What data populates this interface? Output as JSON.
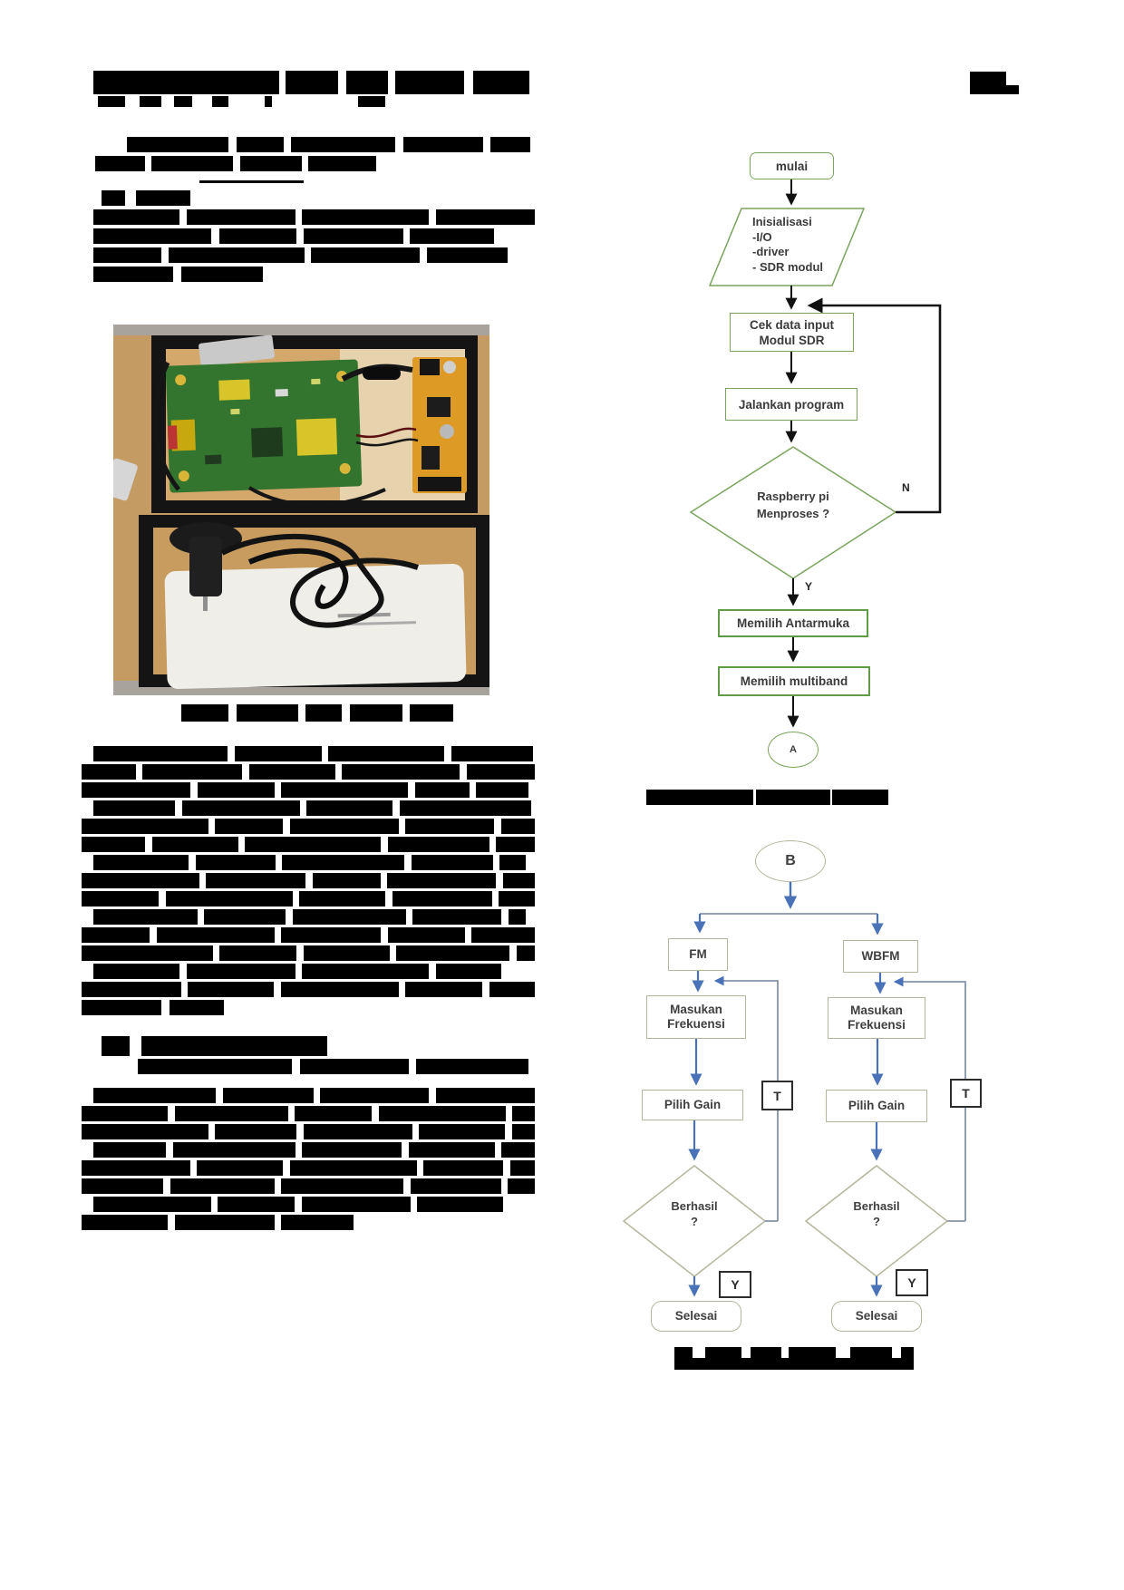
{
  "document": {
    "page_bg": "#ffffff",
    "redaction_color": "#000000",
    "note": "two-column scanned paper page; all body text redacted with black bars"
  },
  "flowchart1": {
    "colors": {
      "border": "#7aa45e",
      "border_strong": "#5f9c45",
      "arrow": "#111111",
      "text": "#3b3b3b"
    },
    "nodes": {
      "start": "mulai",
      "init_line1": "Inisialisasi",
      "init_line2": "-I/O",
      "init_line3": "-driver",
      "init_line4": "- SDR modul",
      "check_line1": "Cek data input",
      "check_line2": "Modul SDR",
      "run": "Jalankan program",
      "decision_line1": "Raspberry pi",
      "decision_line2": "Menproses ?",
      "yes": "Y",
      "no": "N",
      "select_interface": "Memilih Antarmuka",
      "select_multiband": "Memilih multiband",
      "connector": "A"
    }
  },
  "flowchart2": {
    "colors": {
      "border": "#b6b59d",
      "arrow": "#4a72b8",
      "line": "#8494a9",
      "label_border": "#2c2c2c",
      "text": "#3f3f3f"
    },
    "nodes": {
      "connector": "B",
      "fm": "FM",
      "wbfm": "WBFM",
      "freq_line1": "Masukan",
      "freq_line2": "Frekuensi",
      "gain": "Pilih Gain",
      "decision_line1": "Berhasil",
      "decision_line2": "?",
      "loop": "T",
      "yes": "Y",
      "end": "Selesai"
    }
  },
  "figure": {
    "colors": {
      "box": "#141414",
      "wood": "#c49b63",
      "floor": "#d4a86b",
      "pcb_green": "#33742f",
      "tape_yellow": "#d7c52a",
      "pcb_orange": "#dd9a25",
      "powerbank": "#efeee9",
      "cable": "#151515",
      "rim_gray": "#a8a49d"
    }
  },
  "redacted": {
    "header_title": {
      "h": 26,
      "lines": [
        {
          "segs": [
            205,
            7,
            58,
            9,
            46,
            8,
            76,
            10,
            62
          ]
        }
      ]
    },
    "header_sub": {
      "h": 12,
      "lines": [
        {
          "segs": [
            30,
            16,
            24,
            14,
            20,
            22,
            18,
            40,
            8,
            95,
            30,
            40
          ]
        }
      ]
    },
    "page_number": {
      "lines": [
        {
          "h": 15,
          "segs": [
            40
          ]
        },
        {
          "h": 10,
          "mt": 0,
          "segs": [
            54
          ]
        }
      ]
    },
    "para_a": {
      "h": 17,
      "gap": 3,
      "lines": [
        {
          "indent": 37,
          "segs": [
            112,
            9,
            52,
            8,
            115,
            9,
            88,
            8,
            44
          ]
        },
        {
          "mt": 4,
          "indent": 2,
          "segs": [
            55,
            7,
            90,
            8,
            68,
            7,
            75
          ]
        },
        {
          "mt": 10,
          "h": 3,
          "indent": 117,
          "segs": [
            115
          ]
        },
        {
          "mt": 8,
          "indent": 9,
          "segs": [
            26,
            12,
            60
          ]
        },
        {
          "mt": 4,
          "segs": [
            95,
            8,
            120,
            7,
            140,
            8,
            109
          ]
        },
        {
          "mt": 4,
          "segs": [
            130,
            9,
            85,
            8,
            110,
            7,
            93
          ]
        },
        {
          "mt": 4,
          "segs": [
            75,
            8,
            150,
            7,
            120,
            8,
            89
          ]
        },
        {
          "mt": 4,
          "segs": [
            88,
            9,
            90
          ]
        }
      ]
    },
    "photo_caption": {
      "h": 19,
      "lines": [
        {
          "segs": [
            52,
            9,
            68,
            8,
            40,
            9,
            58,
            8,
            48
          ]
        }
      ]
    },
    "para_b": {
      "h": 17,
      "gap": 3,
      "lines": [
        {
          "indent": 13,
          "segs": [
            148,
            8,
            96,
            7,
            128,
            8,
            90
          ]
        },
        {
          "segs": [
            60,
            7,
            110,
            8,
            95,
            7,
            130,
            8,
            75
          ]
        },
        {
          "segs": [
            120,
            8,
            85,
            7,
            140,
            8,
            60,
            7,
            58
          ]
        },
        {
          "indent": 13,
          "segs": [
            90,
            8,
            130,
            7,
            95,
            8,
            145
          ]
        },
        {
          "segs": [
            140,
            7,
            75,
            8,
            120,
            7,
            98,
            8,
            37
          ]
        },
        {
          "segs": [
            70,
            8,
            95,
            7,
            150,
            8,
            112,
            7,
            43
          ]
        },
        {
          "indent": 13,
          "segs": [
            105,
            8,
            88,
            7,
            135,
            8,
            90,
            7,
            29
          ]
        },
        {
          "segs": [
            130,
            7,
            110,
            8,
            75,
            7,
            120,
            8,
            35
          ]
        },
        {
          "segs": [
            85,
            8,
            140,
            7,
            95,
            8,
            110,
            7,
            40
          ]
        },
        {
          "indent": 13,
          "segs": [
            115,
            7,
            90,
            8,
            125,
            7,
            98,
            8,
            19
          ]
        },
        {
          "segs": [
            75,
            8,
            130,
            7,
            110,
            8,
            85,
            7,
            70
          ]
        },
        {
          "segs": [
            145,
            7,
            85,
            8,
            95,
            7,
            125,
            8,
            20
          ]
        },
        {
          "indent": 13,
          "segs": [
            95,
            8,
            120,
            7,
            140,
            8,
            72
          ]
        },
        {
          "segs": [
            110,
            7,
            95,
            8,
            130,
            7,
            85,
            8,
            50
          ]
        },
        {
          "segs": [
            88,
            9,
            60
          ]
        }
      ]
    },
    "heading_3": {
      "lines": [
        {
          "h": 22,
          "indent": 22,
          "segs": [
            31,
            13,
            205
          ]
        },
        {
          "h": 17,
          "mt": 3,
          "indent": 62,
          "segs": [
            170,
            9,
            120,
            8,
            124
          ]
        }
      ]
    },
    "para_c": {
      "h": 17,
      "gap": 3,
      "lines": [
        {
          "indent": 13,
          "segs": [
            135,
            8,
            100,
            7,
            120,
            8,
            109
          ]
        },
        {
          "segs": [
            95,
            8,
            125,
            7,
            85,
            8,
            140,
            7,
            25
          ]
        },
        {
          "segs": [
            140,
            7,
            90,
            8,
            120,
            7,
            95,
            8,
            25
          ]
        },
        {
          "indent": 13,
          "segs": [
            80,
            8,
            135,
            7,
            110,
            8,
            95,
            7,
            37
          ]
        },
        {
          "segs": [
            120,
            7,
            95,
            8,
            140,
            7,
            88,
            8,
            27
          ]
        },
        {
          "segs": [
            90,
            8,
            115,
            7,
            135,
            8,
            100,
            7,
            30
          ]
        },
        {
          "indent": 13,
          "segs": [
            130,
            7,
            85,
            8,
            120,
            7,
            95
          ]
        },
        {
          "segs": [
            95,
            8,
            110,
            7,
            80
          ]
        }
      ]
    },
    "fc1_caption": {
      "h": 17,
      "lines": [
        {
          "segs": [
            118,
            3,
            82,
            2,
            62
          ]
        }
      ]
    },
    "fc2_caption": {
      "lines": [
        {
          "h": 12,
          "segs": [
            20,
            14,
            40,
            10,
            34,
            8,
            52,
            16,
            46,
            10,
            14
          ]
        },
        {
          "h": 13,
          "mt": 0,
          "segs": [
            264
          ]
        }
      ]
    }
  }
}
